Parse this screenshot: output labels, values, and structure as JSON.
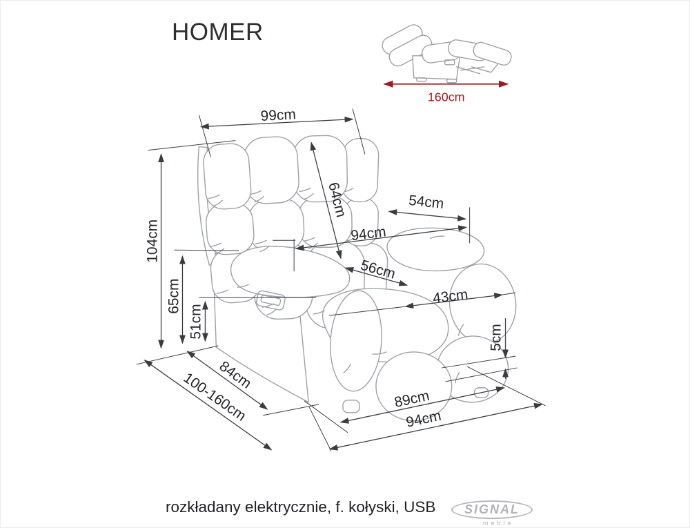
{
  "page": {
    "title": "HOMER",
    "description": "rozkładany elektrycznie, f. kołyski, USB"
  },
  "logo": {
    "brand": "SIGNAL",
    "sub": "meble"
  },
  "inset": {
    "extended_length": "160cm"
  },
  "dimensions": {
    "back_width": "99cm",
    "backrest_height": "64cm",
    "armrest_depth": "54cm",
    "overall_depth_mid": "94cm",
    "seat_depth": "56cm",
    "seat_width": "43cm",
    "overall_height": "104cm",
    "armrest_height": "65cm",
    "seat_height": "51cm",
    "base_depth": "84cm",
    "depth_extended": "100-160cm",
    "ground_clearance": "5cm",
    "front_width_inner": "89cm",
    "front_width_overall": "94cm"
  },
  "colors": {
    "accent_red": "#9e1c20",
    "chair_line": "#9da1a4",
    "dimension_line": "#3a3d40",
    "text_color": "#232528",
    "logo_gray": "#b2b2b8",
    "title_color": "#2c2e30"
  }
}
